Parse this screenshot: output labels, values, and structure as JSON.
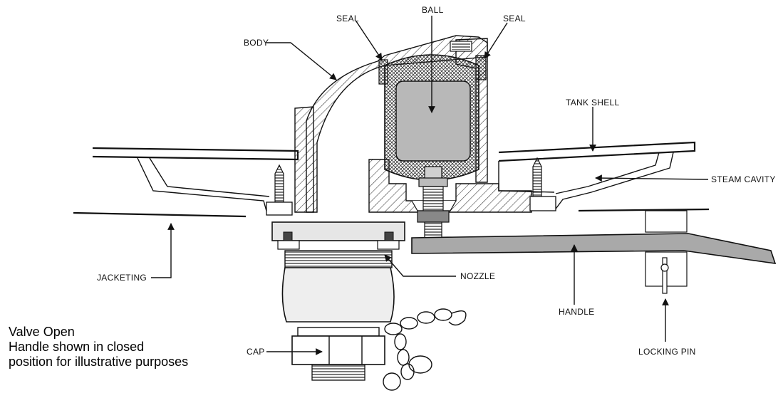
{
  "labels": {
    "seal_left": "SEAL",
    "ball": "BALL",
    "seal_right": "SEAL",
    "body": "BODY",
    "tank_shell": "TANK SHELL",
    "steam_cavity": "STEAM CAVITY",
    "jacketing": "JACKETING",
    "nozzle": "NOZZLE",
    "handle": "HANDLE",
    "cap": "CAP",
    "locking_pin": "LOCKING PIN"
  },
  "caption": {
    "line1": "Valve Open",
    "line2": "Handle shown in closed",
    "line3": "position for illustrative purposes"
  }
}
